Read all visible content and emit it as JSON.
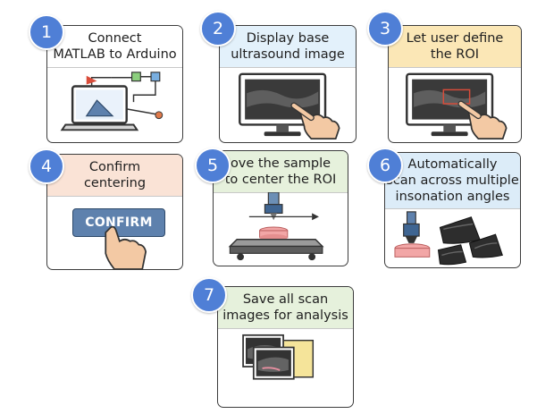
{
  "steps": [
    {
      "number": "1",
      "line1": "Connect",
      "line2": "MATLAB to Arduino",
      "head_color": "#ffffff"
    },
    {
      "number": "2",
      "line1": "Display base",
      "line2": "ultrasound image",
      "head_color": "#e3f1fb"
    },
    {
      "number": "3",
      "line1": "Let user define",
      "line2": "the ROI",
      "head_color": "#fbe7b6"
    },
    {
      "number": "4",
      "line1": "Confirm",
      "line2": "centering",
      "head_color": "#fae3d6"
    },
    {
      "number": "5",
      "line1": "ove the sample",
      "line2": "to center the ROI",
      "head_color": "#e6f1dc"
    },
    {
      "number": "6",
      "line1": "Automatically",
      "line2": "scan across multiple",
      "line3": "insonation angles",
      "head_color": "#dcecf8"
    },
    {
      "number": "7",
      "line1": "Save all scan",
      "line2": "images for analysis",
      "head_color": "#e6f1dc"
    }
  ],
  "confirm_button": {
    "label": "CONFIRM"
  },
  "colors": {
    "badge": "#4f7fd6",
    "card_border": "#3c3c3c",
    "confirm_button": "#5e81ad",
    "roi_box": "#d94c3a",
    "skin_hand": "#f3c9a4"
  },
  "icons": [
    "laptop-icon",
    "monitor-icon",
    "pointing-hand-icon",
    "microscope-stage-icon",
    "ultrasound-probe-icon",
    "image-stack-icon"
  ]
}
